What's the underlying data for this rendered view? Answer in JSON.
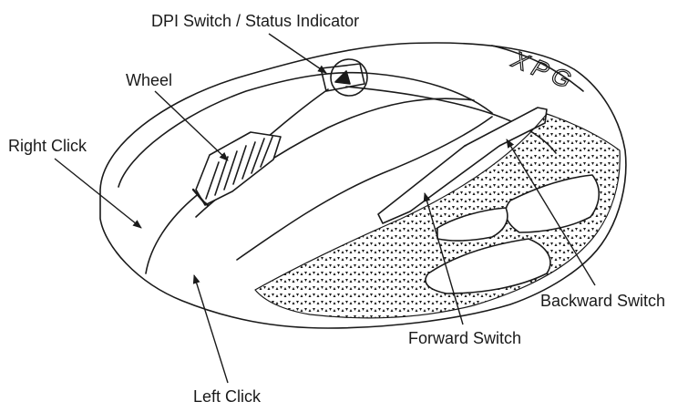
{
  "labels": {
    "dpi_switch": "DPI Switch / Status Indicator",
    "wheel": "Wheel",
    "right_click": "Right Click",
    "left_click": "Left Click",
    "forward_switch": "Forward Switch",
    "backward_switch": "Backward Switch"
  },
  "logo_text": "XPG",
  "colors": {
    "ink": "#1a1a1a",
    "background": "#ffffff"
  }
}
